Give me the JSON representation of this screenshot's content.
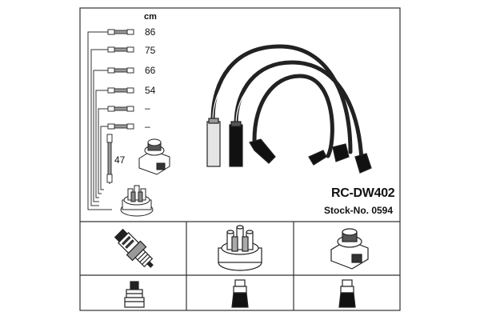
{
  "product": {
    "code": "RC-DW402",
    "stock_no": "Stock-No. 0594"
  },
  "lengths": {
    "unit": "cm",
    "items": [
      "86",
      "75",
      "66",
      "54",
      "–",
      "–",
      "47"
    ]
  },
  "colors": {
    "line": "#222222",
    "frame": "#333333",
    "fill_light": "#dddddd",
    "fill_dark": "#111111"
  }
}
